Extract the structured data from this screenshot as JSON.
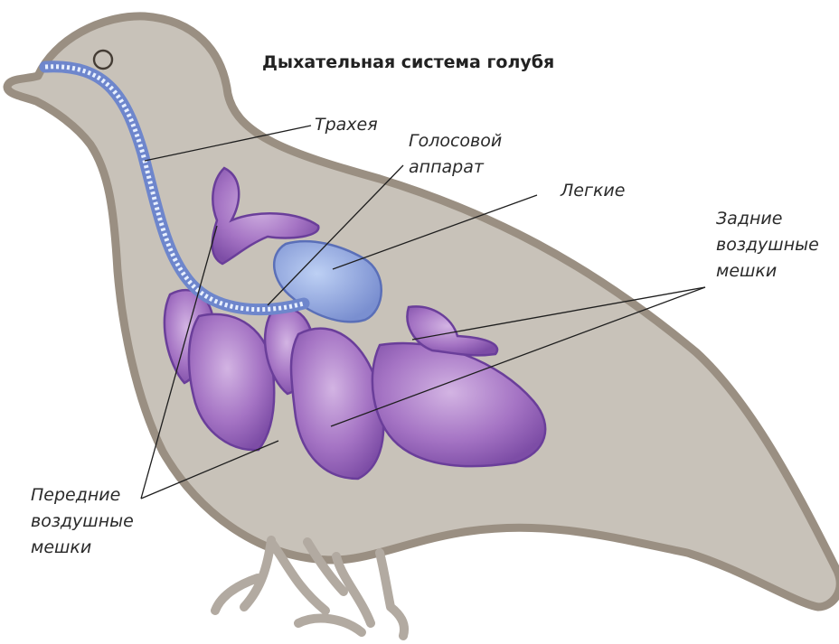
{
  "title": "Дыхательная система голубя",
  "labels": {
    "trachea": [
      "Трахея"
    ],
    "syrinx": [
      "Голосовой",
      "аппарат"
    ],
    "lungs": [
      "Легкие"
    ],
    "posterior_air_sacs": [
      "Задние",
      "воздушные",
      "мешки"
    ],
    "anterior_air_sacs": [
      "Передние",
      "воздушные",
      "мешки"
    ]
  },
  "colors": {
    "body_fill": "#c8c2b9",
    "body_outline": "#9a8f82",
    "air_sac": "#9a66b8",
    "air_sac_edge": "#6a3e9a",
    "lung": "#8aa0d8",
    "trachea": "#7e96d8"
  }
}
